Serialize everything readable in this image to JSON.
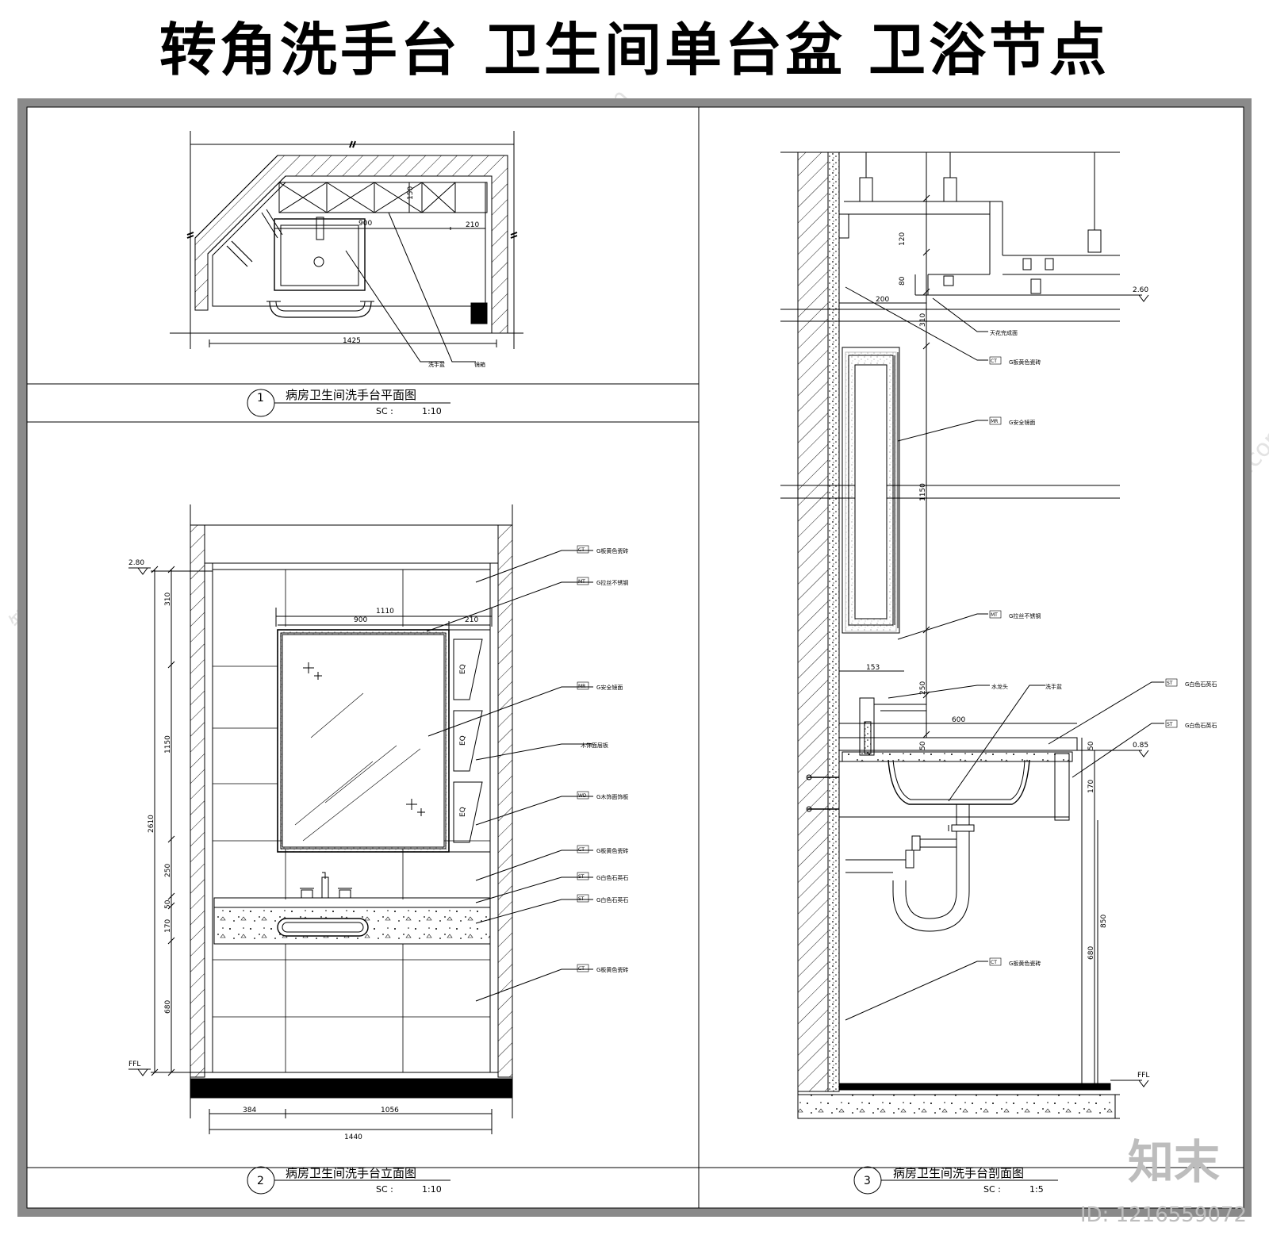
{
  "title": "转角洗手台  卫生间单台盆  卫浴节点",
  "watermark": "知末网www.znzmo.com",
  "brand_mark": "知末",
  "image_id": "ID: 1216559072",
  "plan": {
    "number": "1",
    "title": "病房卫生间洗手台平面图",
    "scale_prefix": "SC :",
    "scale": "1:10",
    "dims": {
      "d900": "900",
      "d210": "210",
      "d150": "150",
      "d1425": "1425"
    },
    "tags": {
      "basin": "洗手盆",
      "cabinet": "镜箱"
    }
  },
  "elevation": {
    "number": "2",
    "title": "病房卫生间洗手台立面图",
    "scale_prefix": "SC :",
    "scale": "1:10",
    "level_top": "2.80",
    "level_floor": "FFL",
    "dims": {
      "d1110": "1110",
      "d900": "900",
      "d210": "210",
      "d310": "310",
      "d1150": "1150",
      "d2610": "2610",
      "d250": "250",
      "d50": "50",
      "d170": "170",
      "d680": "680",
      "d384": "384",
      "d1056": "1056",
      "d1440": "1440",
      "eq": "EQ"
    },
    "tags": [
      {
        "code": "CT",
        "text": "G板黄色瓷砖"
      },
      {
        "code": "MT",
        "text": "G拉丝不锈钢"
      },
      {
        "code": "MR",
        "text": "G安全镜面"
      },
      {
        "code": "",
        "text": "木饰面层板"
      },
      {
        "code": "WD",
        "text": "G木饰面饰板"
      },
      {
        "code": "CT",
        "text": "G板黄色瓷砖"
      },
      {
        "code": "ST",
        "text": "G白色石英石"
      },
      {
        "code": "ST",
        "text": "G白色石英石"
      },
      {
        "code": "CT",
        "text": "G板黄色瓷砖"
      }
    ]
  },
  "section": {
    "number": "3",
    "title": "病房卫生间洗手台剖面图",
    "scale_prefix": "SC :",
    "scale": "1:5",
    "level_ceiling": "2.60",
    "level_counter": "0.85",
    "level_floor": "FFL",
    "dims": {
      "d120": "120",
      "d80": "80",
      "d200": "200",
      "d310": "310",
      "d1150": "1150",
      "d153": "153",
      "d250": "250",
      "d600": "600",
      "d50": "50",
      "d170": "170",
      "d850": "850",
      "d680": "680"
    },
    "tags": [
      {
        "code": "",
        "text": "天花完成面"
      },
      {
        "code": "CT",
        "text": "G板黄色瓷砖"
      },
      {
        "code": "MR",
        "text": "G安全镜面"
      },
      {
        "code": "MT",
        "text": "G拉丝不锈钢"
      },
      {
        "code": "",
        "text": "水龙头"
      },
      {
        "code": "",
        "text": "洗手盆"
      },
      {
        "code": "ST",
        "text": "G白色石英石"
      },
      {
        "code": "ST",
        "text": "G白色石英石"
      },
      {
        "code": "CT",
        "text": "G板黄色瓷砖"
      }
    ]
  }
}
